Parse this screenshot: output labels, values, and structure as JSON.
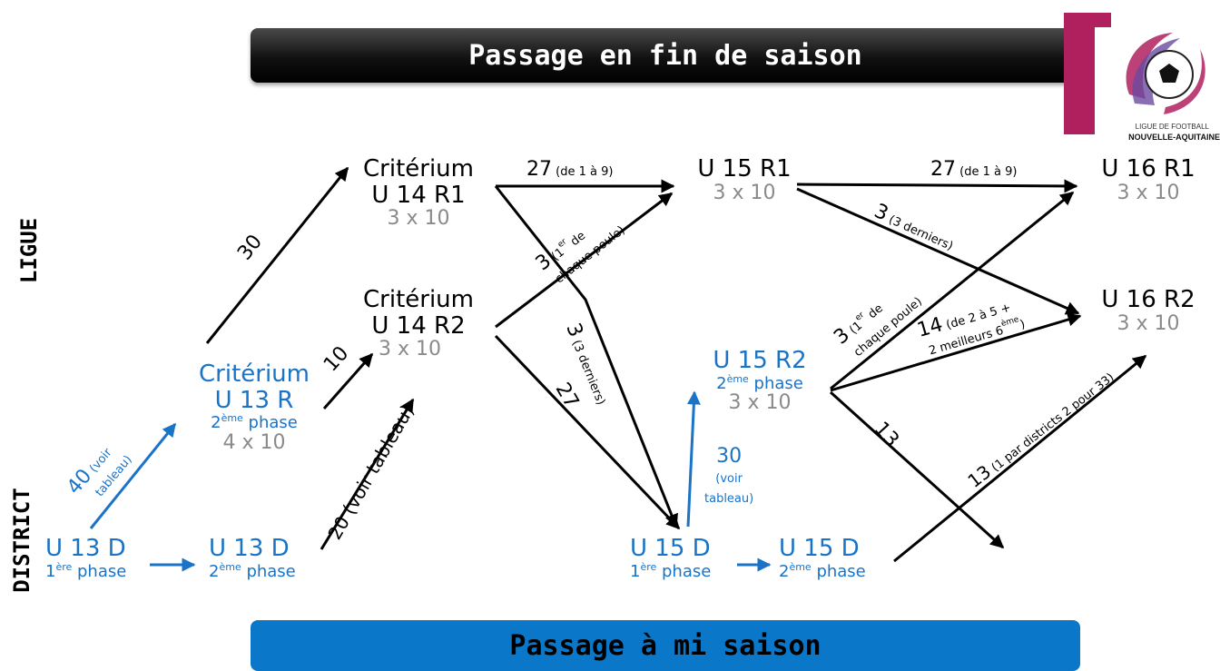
{
  "banners": {
    "top": "Passage en fin de saison",
    "bottom": "Passage à mi saison"
  },
  "sides": {
    "ligue": "LIGUE",
    "district": "DISTRICT"
  },
  "logo": {
    "line1": "LIGUE DE FOOTBALL",
    "line2": "NOUVELLE-AQUITAINE"
  },
  "colors": {
    "blue": "#1a73c7",
    "grey": "#8a8a8a",
    "brand_magenta": "#b0205f",
    "banner_blue": "#0b77c9"
  },
  "nodes": {
    "crit_u14r1": {
      "l1": "Critérium",
      "l2": "U 14 R1",
      "l3": "3 x 10"
    },
    "crit_u14r2": {
      "l1": "Critérium",
      "l2": "U 14 R2",
      "l3": "3 x 10"
    },
    "crit_u13r": {
      "l1": "Critérium",
      "l2": "U 13 R",
      "l3a": "2",
      "l3sup": "ème",
      "l3b": " phase",
      "l4": "4 x 10"
    },
    "u13d_1": {
      "l1": "U 13 D",
      "l2a": "1",
      "l2sup": "ère",
      "l2b": " phase"
    },
    "u13d_2": {
      "l1": "U 13 D",
      "l2a": "2",
      "l2sup": "ème",
      "l2b": " phase"
    },
    "u15r1": {
      "l1": "U 15 R1",
      "l2": "3 x 10"
    },
    "u15r2": {
      "l1": "U 15 R2",
      "l2a": "2",
      "l2sup": "ème",
      "l2b": " phase",
      "l3": "3 x 10"
    },
    "u15d_1": {
      "l1": "U 15 D",
      "l2a": "1",
      "l2sup": "ère",
      "l2b": " phase"
    },
    "u15d_2": {
      "l1": "U 15 D",
      "l2a": "2",
      "l2sup": "ème",
      "l2b": " phase"
    },
    "u16r1": {
      "l1": "U 16 R1",
      "l2": "3 x 10"
    },
    "u16r2": {
      "l1": "U 16 R2",
      "l2": "3 x 10"
    }
  },
  "labels": {
    "l30": "30",
    "l10": "10",
    "l20": "20 (voir tableau)",
    "l40a": "40",
    "l40b": " (voir",
    "l40c": "tableau)",
    "l27a": "27",
    "l27a_sm": " (de 1 à 9)",
    "l3a": "3",
    "l3a_sm1": " (1",
    "l3a_sup": "er",
    "l3a_sm2": " de",
    "l3a_sm3": "chaque poule)",
    "l3b": "3",
    "l3b_sm": " (3 derniers)",
    "l27b": "27",
    "l30b": "30",
    "l30b_sm1": "(voir",
    "l30b_sm2": "tableau)",
    "l27c": "27",
    "l27c_sm": " (de 1 à 9)",
    "l3c": "3",
    "l3c_sm": " (3 derniers)",
    "l3d": "3",
    "l3d_sm1": " (1",
    "l3d_sup": "er",
    "l3d_sm2": " de",
    "l3d_sm3": "chaque poule)",
    "l14": "14",
    "l14_sm1": " (de 2 à 5 +",
    "l14_sm2": "2 meilleurs 6",
    "l14_sup": "ème",
    "l14_sm3": ")",
    "l13a": "13",
    "l13b": "13",
    "l13b_sm": " (1 par districts 2 pour 33)"
  }
}
